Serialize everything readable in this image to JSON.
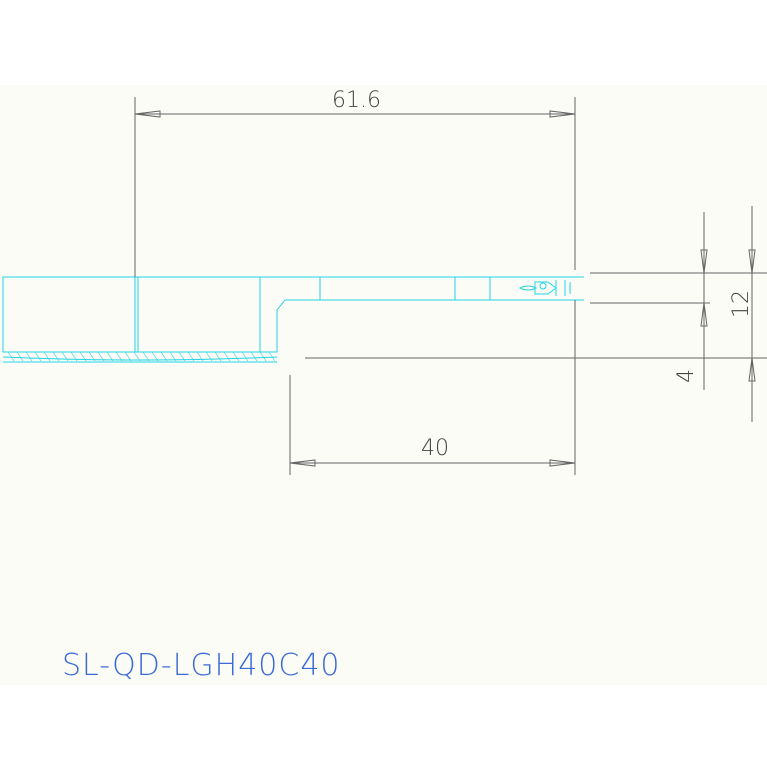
{
  "drawing": {
    "dimensions": {
      "top_length": "61.6",
      "bottom_length": "40",
      "right_height": "12",
      "right_offset": "4"
    },
    "part_number": "SL-QD-LGH40C40"
  },
  "colors": {
    "background": "#fafcf5",
    "outline": "#22d3e6",
    "dimension": "#555555",
    "label": "#3b6ad6"
  }
}
